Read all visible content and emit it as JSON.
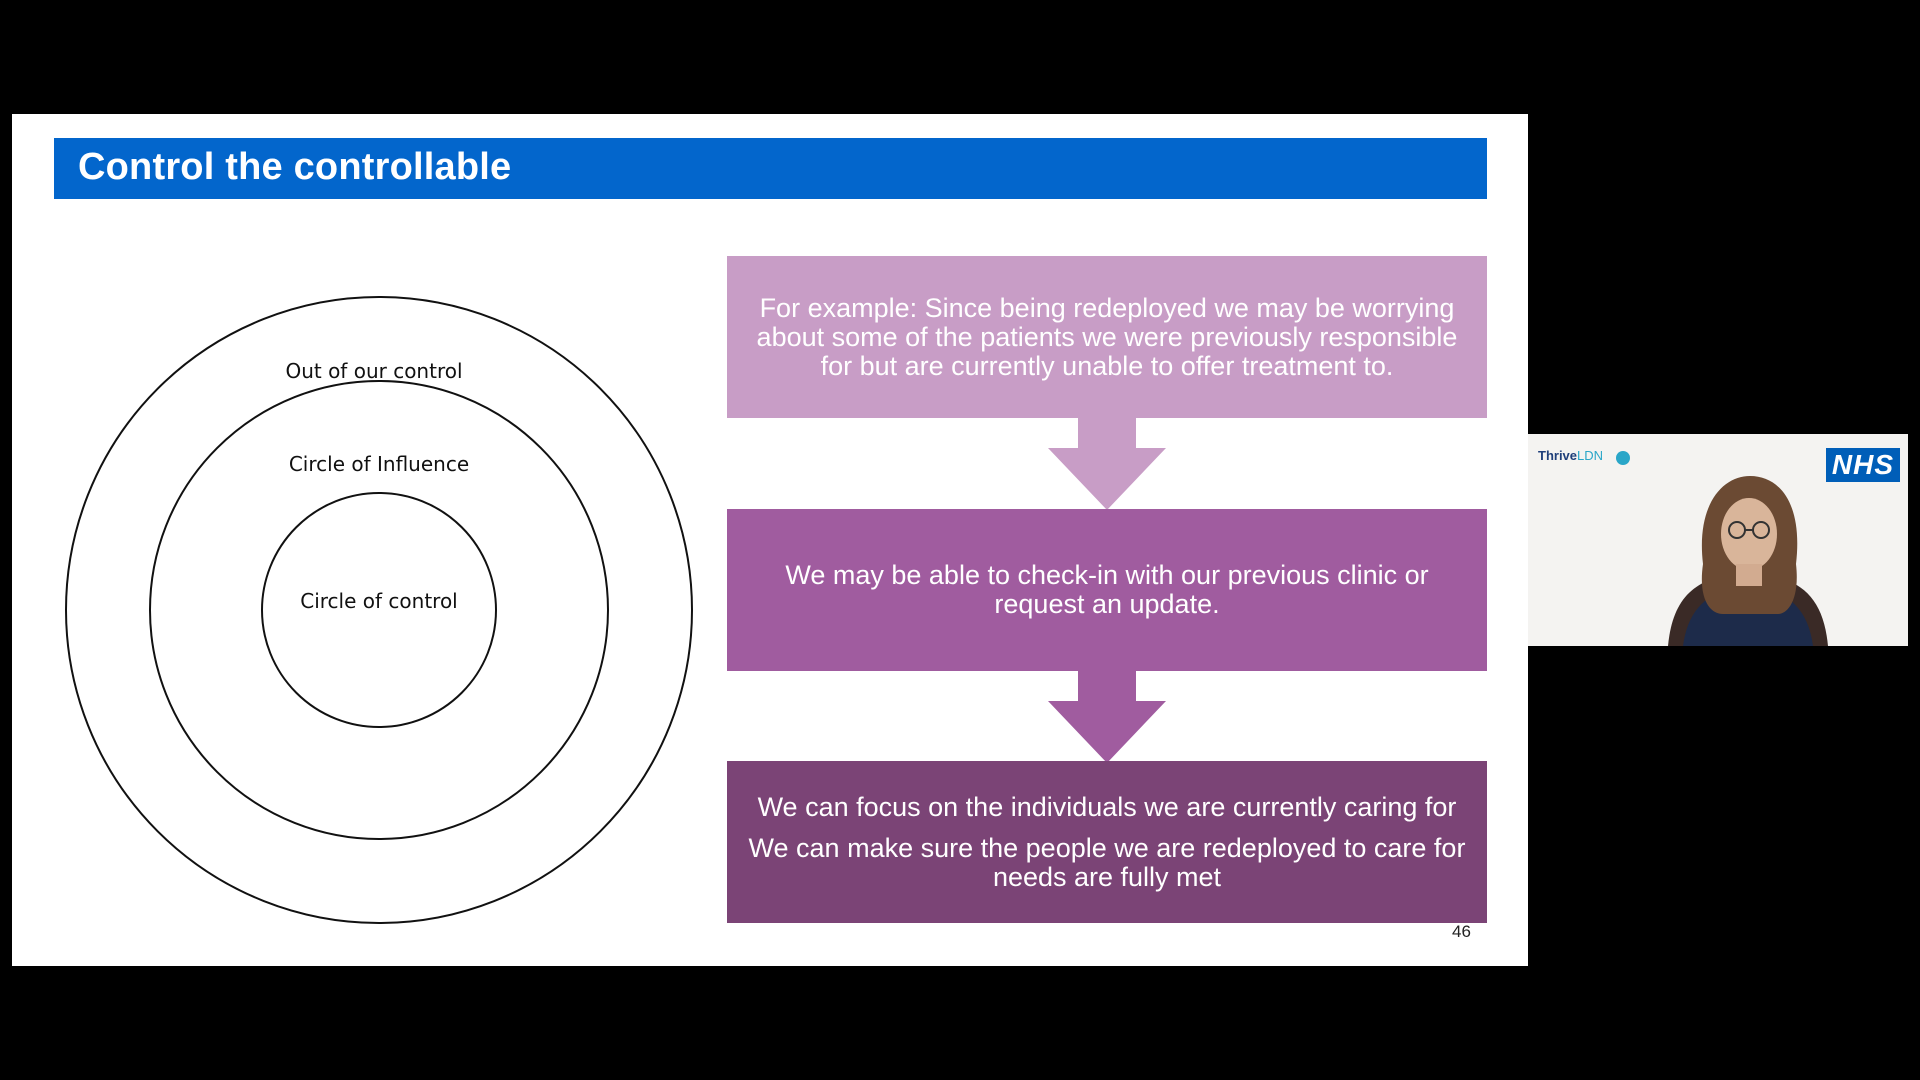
{
  "slide": {
    "title": "Control the controllable",
    "slide_number": "46"
  },
  "diagram": {
    "outer_label": "Out of our control",
    "middle_label": "Circle of Influence",
    "inner_label": "Circle of control"
  },
  "flow": {
    "box1": "For example: Since being redeployed we may be worrying about some of the patients we were previously responsible for but are currently unable to offer treatment to.",
    "box2": "We may be able to check-in with our previous clinic or request an update.",
    "box3_line1": "We can focus on the individuals we are currently caring for",
    "box3_line2": "We can make sure the people we are redeployed to care for needs are fully met"
  },
  "webcam": {
    "thrive_part1": "Thrive",
    "thrive_part2": "LDN",
    "nhs_logo": "NHS"
  },
  "colors": {
    "title_bar": "#0366cc",
    "box1": "#c89dc6",
    "box2": "#a05c9f",
    "box3": "#7b4476",
    "nhs_blue": "#005eb8"
  }
}
